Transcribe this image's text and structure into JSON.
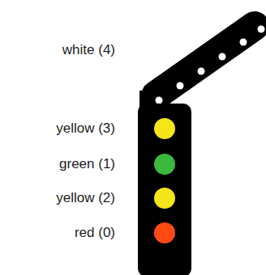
{
  "diagram": {
    "labels": [
      "white (4)",
      "yellow (3)",
      "green (1)",
      "yellow (2)",
      "red (0)"
    ]
  }
}
